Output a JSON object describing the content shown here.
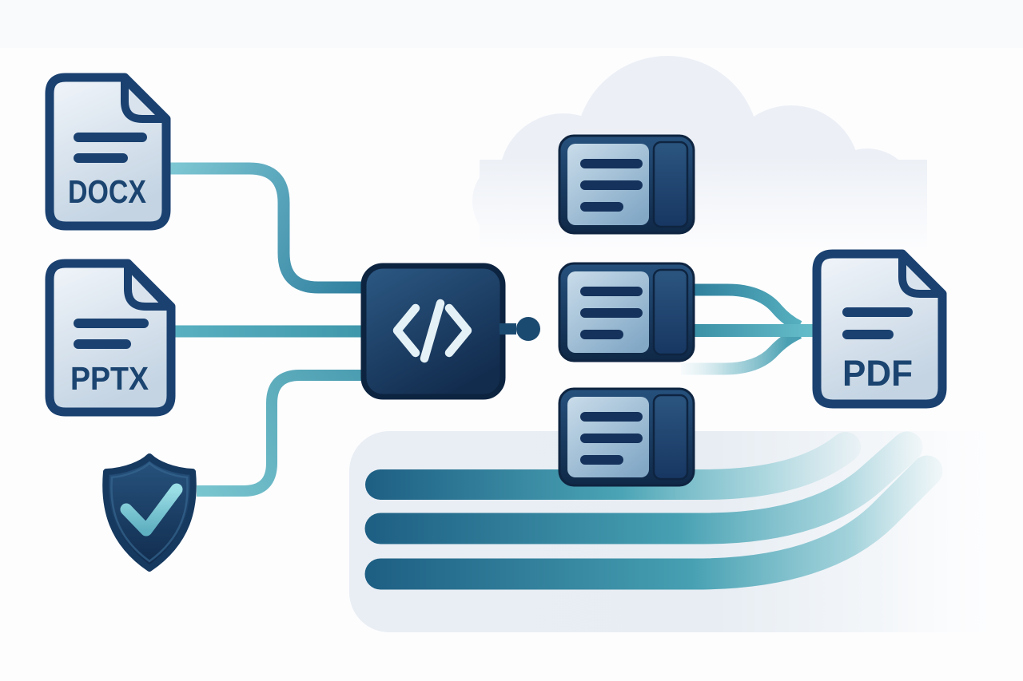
{
  "labels": {
    "docx": "DOCX",
    "pptx": "PPTX",
    "pdf": "PDF",
    "converter_glyph": "</>"
  },
  "icons": {
    "docx_file": "docx-file-icon",
    "pptx_file": "pptx-file-icon",
    "pdf_file": "pdf-file-icon",
    "shield": "shield-check-icon",
    "checkmark": "checkmark-icon",
    "converter": "code-icon",
    "pages": "page-card-icon",
    "cloud": "cloud-icon"
  },
  "colors": {
    "background": "#fdfdfe",
    "navy_border": "#1b4470",
    "navy_dark": "#0e2440",
    "file_fill_top": "#f1f5fa",
    "file_fill_bottom": "#c4d4e3",
    "card_inner_top": "#c9dcea",
    "card_inner_bottom": "#82a8c6",
    "code_box_top": "#2c5984",
    "code_box_bottom": "#122c4e",
    "teal_light": "#7fc8d4",
    "teal_mid": "#4aa4b5",
    "teal_dark": "#2e7e9e",
    "steel_blue": "#1d5e83",
    "check_teal": "#9bdee6",
    "panel_light": "#e9eef4",
    "cloud_fill": "#ecf0f6"
  },
  "diagram": {
    "type": "flow",
    "nodes": [
      {
        "id": "docx",
        "label": "DOCX",
        "kind": "source-file"
      },
      {
        "id": "pptx",
        "label": "PPTX",
        "kind": "source-file"
      },
      {
        "id": "shield",
        "label": "",
        "kind": "security-check"
      },
      {
        "id": "converter",
        "label": "</>",
        "kind": "code-processor"
      },
      {
        "id": "pages",
        "label": "",
        "kind": "rendered-pages",
        "count": 3
      },
      {
        "id": "pdf",
        "label": "PDF",
        "kind": "output-file"
      }
    ],
    "edges": [
      {
        "from": "docx",
        "to": "converter"
      },
      {
        "from": "pptx",
        "to": "converter"
      },
      {
        "from": "shield",
        "to": "converter"
      },
      {
        "from": "converter",
        "to": "pages"
      },
      {
        "from": "pages",
        "to": "pdf"
      }
    ]
  }
}
